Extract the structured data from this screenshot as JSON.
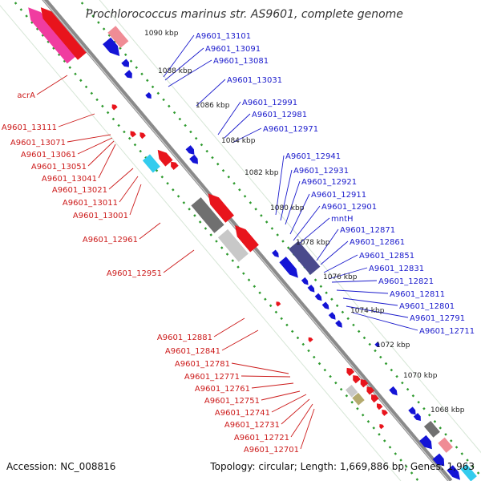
{
  "title": "Prochlorococcus marinus str. AS9601, complete genome",
  "accession": "Accession: NC_008816",
  "summary": "Topology: circular; Length: 1,669,886 bp; Genes: 1,963",
  "colors": {
    "backbone": "#8a8a8a",
    "tick": "#2e9a2e",
    "forward_gene": "#1414d6",
    "reverse_gene": "#e8141c",
    "forward_label": "#1a1acc",
    "reverse_label": "#cc1a1a",
    "rna_pink": "#f08c95",
    "rna_cyan": "#33ccee",
    "rna_gray_dark": "#707070",
    "rna_gray_light": "#c8c8c8",
    "rna_olive": "#b4aa6e",
    "magenta": "#f03ca0",
    "navy": "#4a4a8c"
  },
  "coordinates": [
    "1090 kbp",
    "1088 kbp",
    "1086 kbp",
    "1084 kbp",
    "1082 kbp",
    "1080 kbp",
    "1078 kbp",
    "1076 kbp",
    "1074 kbp",
    "1072 kbp",
    "1070 kbp",
    "1068 kbp"
  ],
  "forward_genes": [
    "A9601_13101",
    "A9601_13091",
    "A9601_13081",
    "A9601_13031",
    "A9601_12991",
    "A9601_12981",
    "A9601_12971",
    "A9601_12941",
    "A9601_12931",
    "A9601_12921",
    "A9601_12911",
    "A9601_12901",
    "mntH",
    "A9601_12871",
    "A9601_12861",
    "A9601_12851",
    "A9601_12831",
    "A9601_12821",
    "A9601_12811",
    "A9601_12801",
    "A9601_12791",
    "A9601_12711"
  ],
  "reverse_genes": [
    "acrA",
    "A9601_13111",
    "A9601_13071",
    "A9601_13061",
    "A9601_13051",
    "A9601_13041",
    "A9601_13021",
    "A9601_13011",
    "A9601_13001",
    "A9601_12961",
    "A9601_12951",
    "A9601_12881",
    "A9601_12841",
    "A9601_12781",
    "A9601_12771",
    "A9601_12761",
    "A9601_12751",
    "A9601_12741",
    "A9601_12731",
    "A9601_12721",
    "A9601_12701"
  ]
}
